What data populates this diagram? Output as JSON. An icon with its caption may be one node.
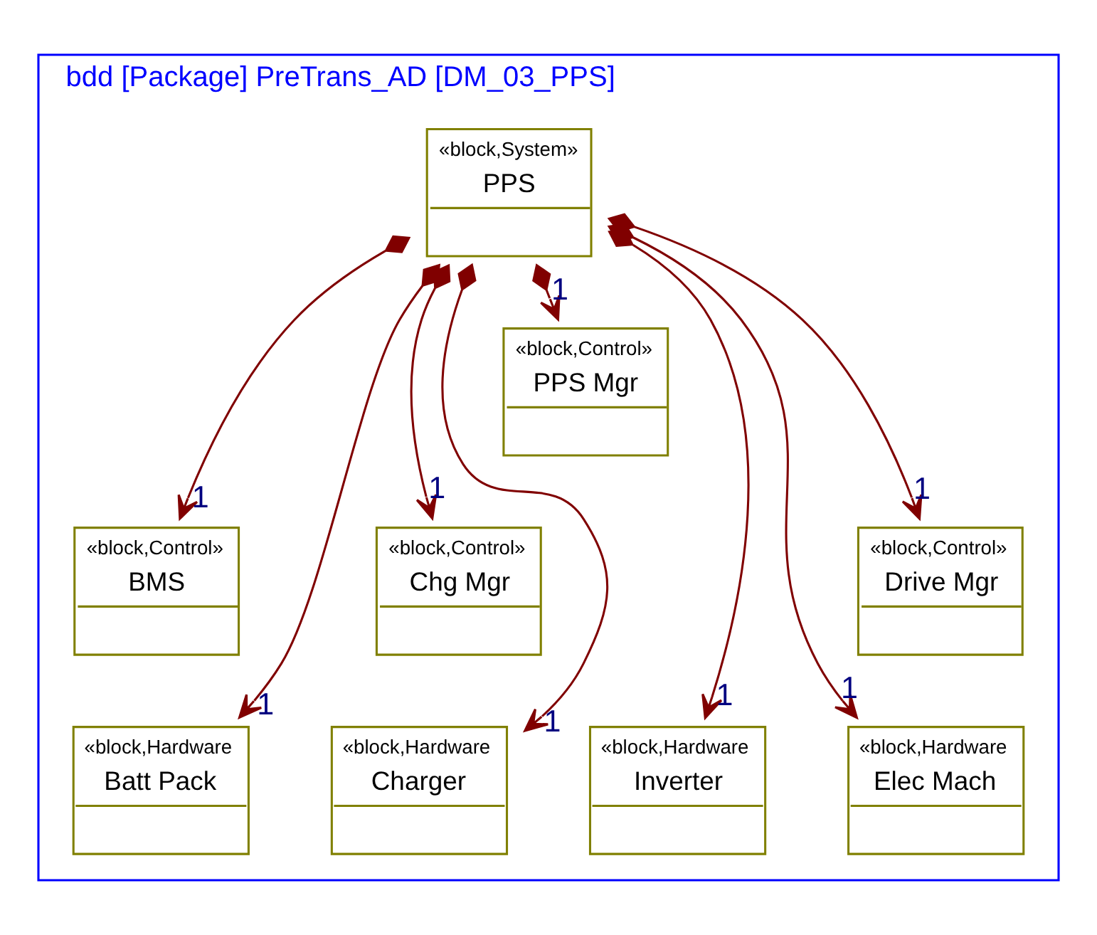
{
  "diagram": {
    "nodes": [
      {
        "text": [
          "bdd [Package] PreTrans_AD [DM_03_PPS]"
        ]
      },
      {
        "text": [
          "«block,System»",
          "PPS"
        ],
        "in": 0
      },
      {
        "text": [
          "«block,Control»",
          "BMS"
        ],
        "in": 0
      },
      {
        "text": [
          "«block,Hardware",
          "Batt Pack"
        ],
        "in": 0
      },
      {
        "text": [
          "«block,Control»",
          "Chg Mgr"
        ],
        "in": 0
      },
      {
        "text": [
          "«block,Hardware",
          "Charger"
        ],
        "in": 0
      },
      {
        "text": [
          "«block,Control»",
          "PPS Mgr"
        ],
        "in": 0
      },
      {
        "text": [
          "«block,Hardware",
          "Inverter"
        ],
        "in": 0
      },
      {
        "text": [
          "«block,Hardware",
          "Elec Mach"
        ],
        "in": 0
      },
      {
        "text": [
          "«block,Control»",
          "Drive Mgr"
        ],
        "in": 0
      }
    ],
    "edges": [
      {
        "from": 1,
        "to": 2,
        "arrow": "to",
        "label": "1"
      },
      {
        "from": 1,
        "to": 3,
        "arrow": "to",
        "label": "1"
      },
      {
        "from": 1,
        "to": 4,
        "arrow": "to",
        "label": "1"
      },
      {
        "from": 1,
        "to": 5,
        "arrow": "to",
        "label": "1"
      },
      {
        "from": 1,
        "to": 6,
        "arrow": "to",
        "label": "1"
      },
      {
        "from": 1,
        "to": 7,
        "arrow": "to",
        "label": "1"
      },
      {
        "from": 1,
        "to": 8,
        "arrow": "to",
        "label": "1"
      },
      {
        "from": 1,
        "to": 9,
        "arrow": "to",
        "label": "1"
      }
    ]
  }
}
